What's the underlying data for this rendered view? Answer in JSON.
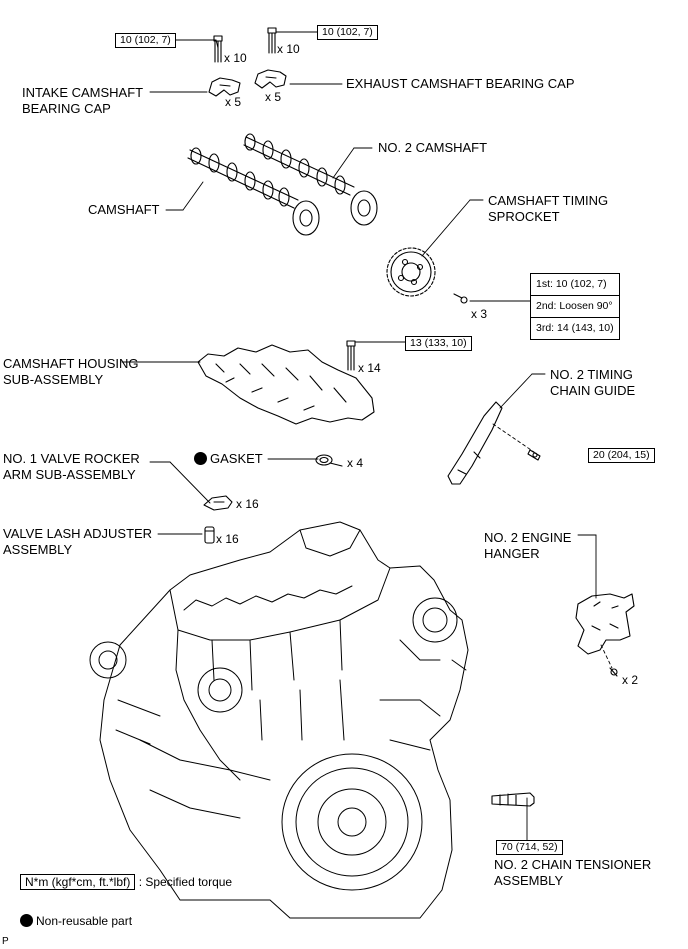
{
  "labels": {
    "intake_cap_1": "INTAKE CAMSHAFT",
    "intake_cap_2": "BEARING CAP",
    "exhaust_cap": "EXHAUST CAMSHAFT BEARING CAP",
    "no2_camshaft": "NO. 2 CAMSHAFT",
    "camshaft": "CAMSHAFT",
    "sprocket_1": "CAMSHAFT TIMING",
    "sprocket_2": "SPROCKET",
    "housing_1": "CAMSHAFT HOUSING",
    "housing_2": "SUB-ASSEMBLY",
    "guide_1": "NO. 2 TIMING",
    "guide_2": "CHAIN GUIDE",
    "gasket": "GASKET",
    "rocker_1": "NO. 1 VALVE ROCKER",
    "rocker_2": "ARM SUB-ASSEMBLY",
    "lash_1": "VALVE LASH ADJUSTER",
    "lash_2": "ASSEMBLY",
    "hanger_1": "NO. 2 ENGINE",
    "hanger_2": "HANGER",
    "tensioner_1": "NO. 2 CHAIN TENSIONER",
    "tensioner_2": "ASSEMBLY"
  },
  "torques": {
    "intake_bolt": "10 (102, 7)",
    "exhaust_bolt": "10 (102, 7)",
    "housing_bolt": "13 (133, 10)",
    "guide_bolt": "20 (204, 15)",
    "tensioner": "70 (714, 52)",
    "sprocket_steps": [
      "1st: 10 (102, 7)",
      "2nd: Loosen 90°",
      "3rd: 14 (143, 10)"
    ]
  },
  "quantities": {
    "intake_bolt": "x 10",
    "intake_cap": "x 5",
    "exhaust_bolt": "x 10",
    "exhaust_cap": "x 5",
    "sprocket_bolt": "x 3",
    "housing_bolt": "x 14",
    "gasket": "x 4",
    "rocker": "x 16",
    "lash": "x 16",
    "hanger_bolt": "x 2"
  },
  "legend": {
    "torque_unit": "N*m (kgf*cm, ft.*lbf)",
    "torque_desc": ": Specified torque",
    "nonreusable": "Non-reusable part"
  },
  "corner_mark": "P"
}
